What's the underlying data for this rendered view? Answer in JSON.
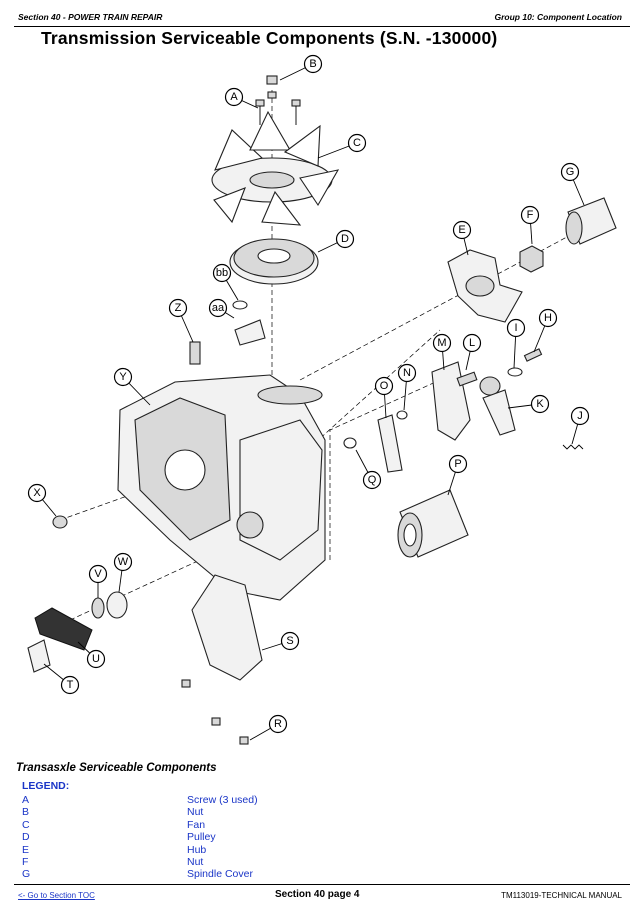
{
  "header": {
    "section": "Section 40 - POWER TRAIN REPAIR",
    "group": "Group 10: Component Location"
  },
  "page_title": "Transmission Serviceable Components (S.N. -130000)",
  "diagram": {
    "callouts": [
      "A",
      "B",
      "C",
      "D",
      "E",
      "F",
      "G",
      "H",
      "I",
      "J",
      "K",
      "L",
      "M",
      "N",
      "O",
      "P",
      "Q",
      "R",
      "S",
      "T",
      "U",
      "V",
      "W",
      "X",
      "Y",
      "Z",
      "aa",
      "bb"
    ]
  },
  "legend": {
    "title": "Transasxle Serviceable Components",
    "label": "LEGEND:",
    "items": [
      {
        "key": "A",
        "desc": "Screw (3 used)"
      },
      {
        "key": "B",
        "desc": "Nut"
      },
      {
        "key": "C",
        "desc": "Fan"
      },
      {
        "key": "D",
        "desc": "Pulley"
      },
      {
        "key": "E",
        "desc": "Hub"
      },
      {
        "key": "F",
        "desc": "Nut"
      },
      {
        "key": "G",
        "desc": "Spindle Cover"
      }
    ]
  },
  "footer": {
    "toc_link": "<- Go to Section TOC",
    "page": "Section 40 page 4",
    "manual": "TM113019-TECHNICAL MANUAL"
  }
}
